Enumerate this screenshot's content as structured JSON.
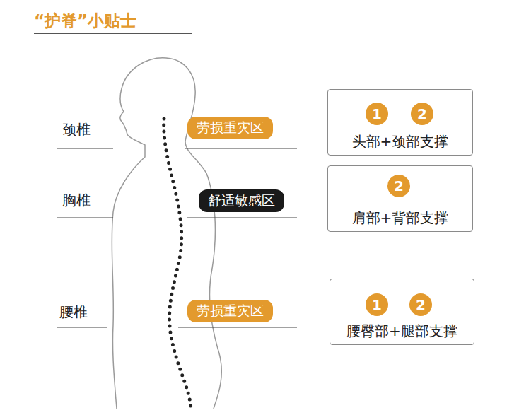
{
  "diagram": {
    "title": "“护脊”小贴士",
    "nodes": [
      {
        "text": [
          "劳损重灾区"
        ]
      },
      {
        "text": [
          "头部+颈部支撑"
        ]
      },
      {
        "text": [
          "1"
        ],
        "in": 1
      },
      {
        "text": [
          "2"
        ],
        "in": 1
      },
      {
        "text": [
          "舒适敏感区"
        ]
      },
      {
        "text": [
          "肩部+背部支撑"
        ]
      },
      {
        "text": [
          "2"
        ],
        "in": 5
      },
      {
        "text": [
          "劳损重灾区"
        ]
      },
      {
        "text": [
          "腰臀部+腿部支撑"
        ]
      },
      {
        "text": [
          "1"
        ],
        "in": 8
      },
      {
        "text": [
          "2"
        ],
        "in": 8
      }
    ],
    "labels": [
      "颈椎",
      "胸椎",
      "腰椎"
    ]
  }
}
